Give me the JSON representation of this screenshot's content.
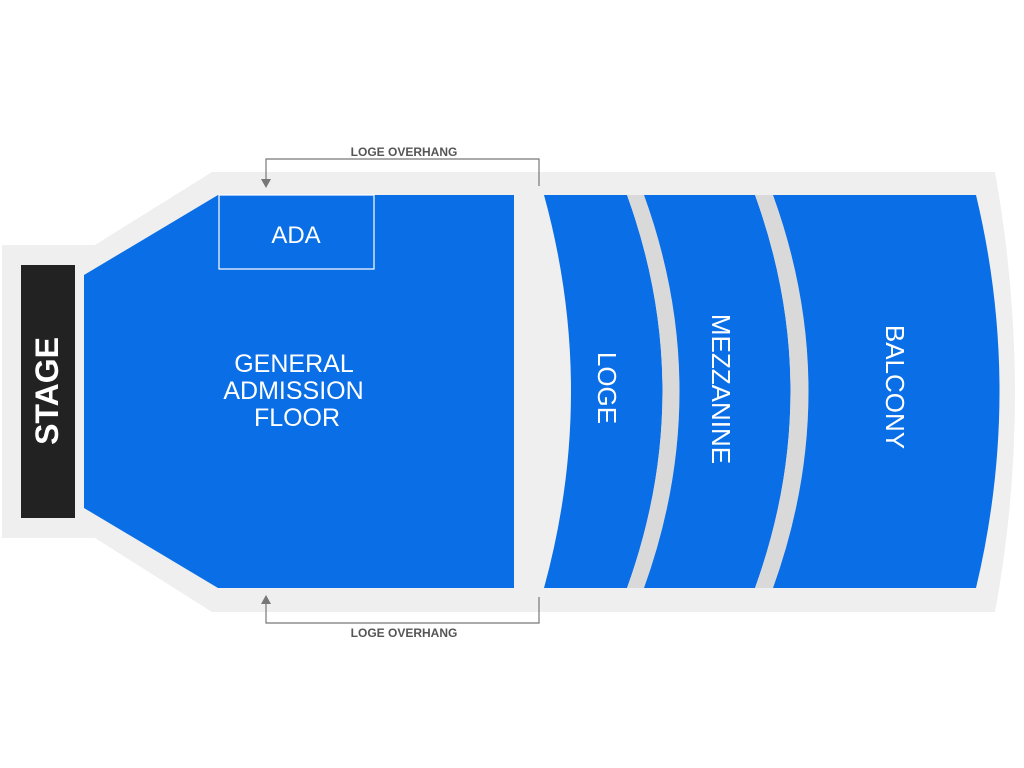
{
  "venue_map": {
    "stage_label": "STAGE",
    "sections": {
      "ada": "ADA",
      "ga_floor": [
        "GENERAL",
        "ADMISSION",
        "FLOOR"
      ],
      "loge": "LOGE",
      "mezzanine": "MEZZANINE",
      "balcony": "BALCONY"
    },
    "notes": {
      "top": "LOGE OVERHANG",
      "bottom": "LOGE OVERHANG"
    }
  },
  "colors": {
    "section_blue": "#0a6ee6",
    "outline_gray": "#efefef",
    "divider_gray": "#d9d9d9",
    "stage_black": "#222222",
    "note_gray": "#555555"
  }
}
